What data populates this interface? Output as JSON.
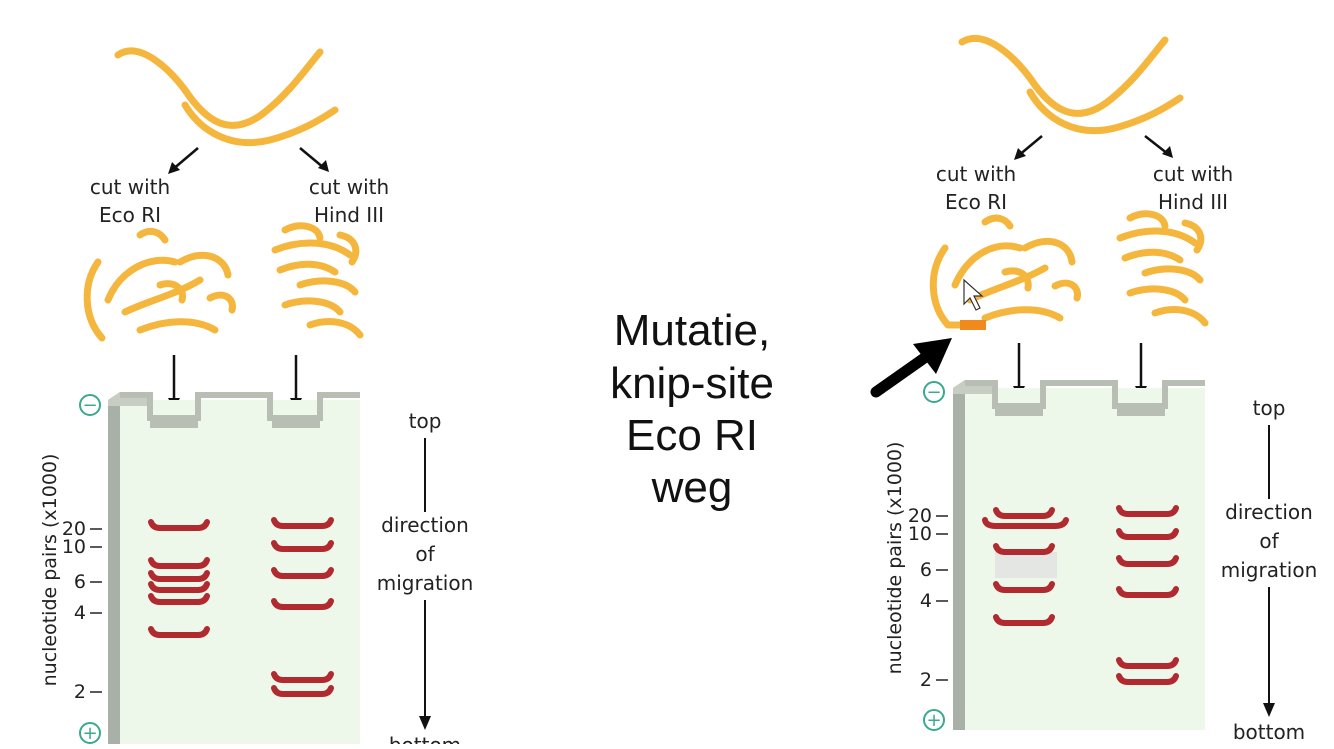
{
  "center_text": [
    "Mutatie,",
    "knip-site",
    "Eco RI",
    "weg"
  ],
  "panels": [
    {
      "cut_left": [
        "cut with",
        "Eco RI"
      ],
      "cut_right": [
        "cut with",
        "Hind III"
      ],
      "axis_label": "nucleotide pairs (x1000)",
      "ticks": [
        "20",
        "10",
        "6",
        "4",
        "2"
      ],
      "neg_symbol": "−",
      "pos_symbol": "+",
      "direction": {
        "top": "top",
        "middle": [
          "direction",
          "of",
          "migration"
        ],
        "bottom": "bottom"
      }
    },
    {
      "cut_left": [
        "cut with",
        "Eco RI"
      ],
      "cut_right": [
        "cut with",
        "Hind III"
      ],
      "axis_label": "nucleotide pairs (x1000)",
      "ticks": [
        "20",
        "10",
        "6",
        "4",
        "2"
      ],
      "neg_symbol": "−",
      "pos_symbol": "+",
      "direction": {
        "top": "top",
        "middle": [
          "direction",
          "of",
          "migration"
        ],
        "bottom": "bottom"
      }
    }
  ],
  "colors": {
    "dna": "#f5b63d",
    "mutation_site": "#f08a1c",
    "band": "#b02a2f",
    "gel": "#eef8ea",
    "gel_side": "#a9b0a7",
    "well": "#b9beb5",
    "marker": "#3aa98f"
  }
}
